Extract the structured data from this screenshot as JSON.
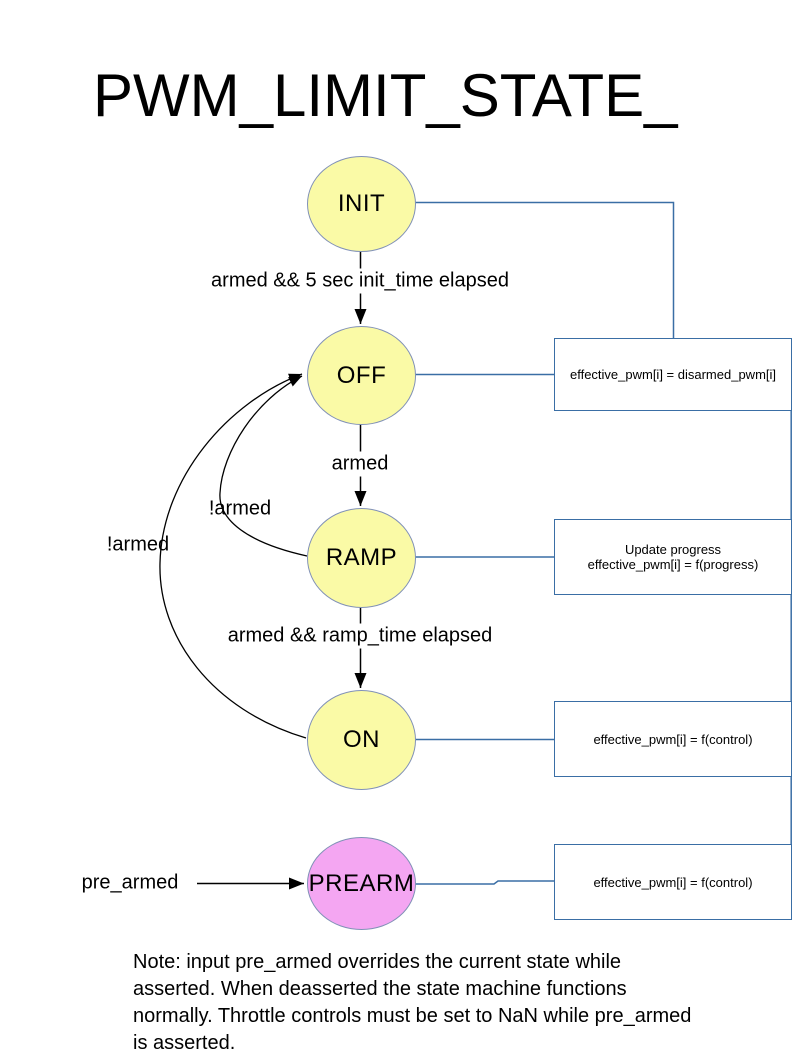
{
  "title": "PWM_LIMIT_STATE_",
  "states": {
    "init": {
      "label": "INIT"
    },
    "off": {
      "label": "OFF"
    },
    "ramp": {
      "label": "RAMP"
    },
    "on": {
      "label": "ON"
    },
    "prearm": {
      "label": "PREARM"
    }
  },
  "transitions": {
    "init_to_off": "armed && 5 sec init_time elapsed",
    "off_to_ramp": "armed",
    "ramp_to_on": "armed && ramp_time elapsed",
    "ramp_to_off": "!armed",
    "on_to_off": "!armed",
    "prearm_input": "pre_armed"
  },
  "actions": {
    "off": "effective_pwm[i] = disarmed_pwm[i]",
    "ramp": [
      "Update progress",
      "effective_pwm[i] = f(progress)"
    ],
    "on": "effective_pwm[i] = f(control)",
    "prearm": "effective_pwm[i] = f(control)"
  },
  "note": "Note: input pre_armed overrides the current state while asserted. When deasserted the state machine functions normally. Throttle controls must be set to NaN while pre_armed is asserted.",
  "colors": {
    "state_fill_yellow": "#FAFAA6",
    "state_fill_pink": "#F4A6F2",
    "state_border": "#8191B7",
    "connector_blue": "#3A6EA5",
    "arrow_black": "#000000"
  }
}
